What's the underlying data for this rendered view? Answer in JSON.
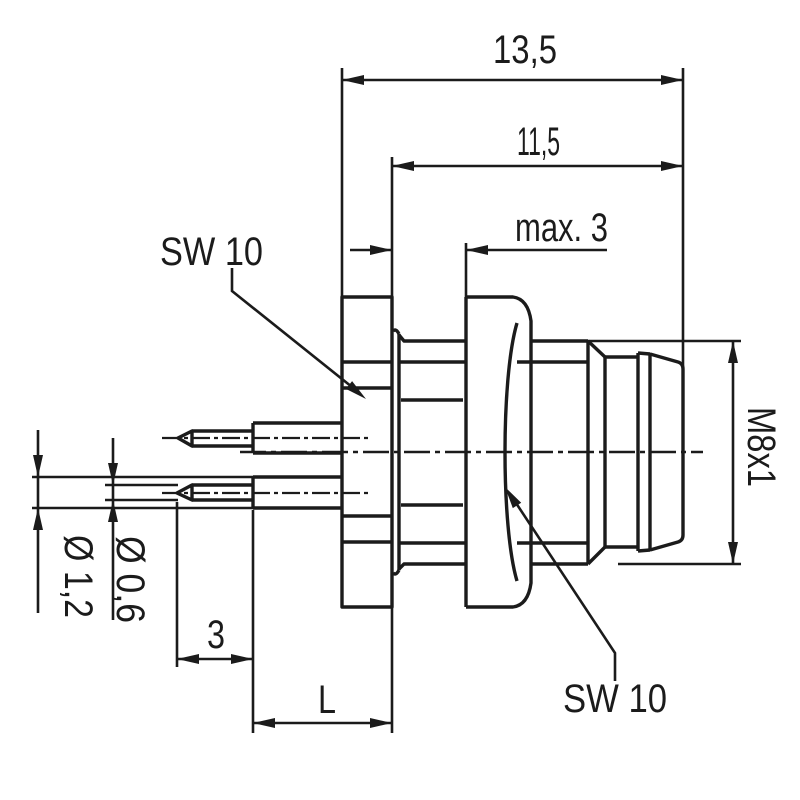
{
  "colors": {
    "line": "#1b1b1b",
    "background": "#ffffff"
  },
  "drawing": {
    "type": "technical-dimension-drawing",
    "subject": "M8 panel mount connector, side view",
    "labels": {
      "total_length": "13,5",
      "front_length": "11,5",
      "panel_thickness": "max. 3",
      "rear_wrench": "SW 10",
      "front_wrench": "SW 10",
      "thread": "M8x1",
      "sleeve_diameter": "Ø 1,2",
      "pin_diameter": "Ø 0,6",
      "pin_length": "3",
      "mounting_length": "L"
    }
  }
}
